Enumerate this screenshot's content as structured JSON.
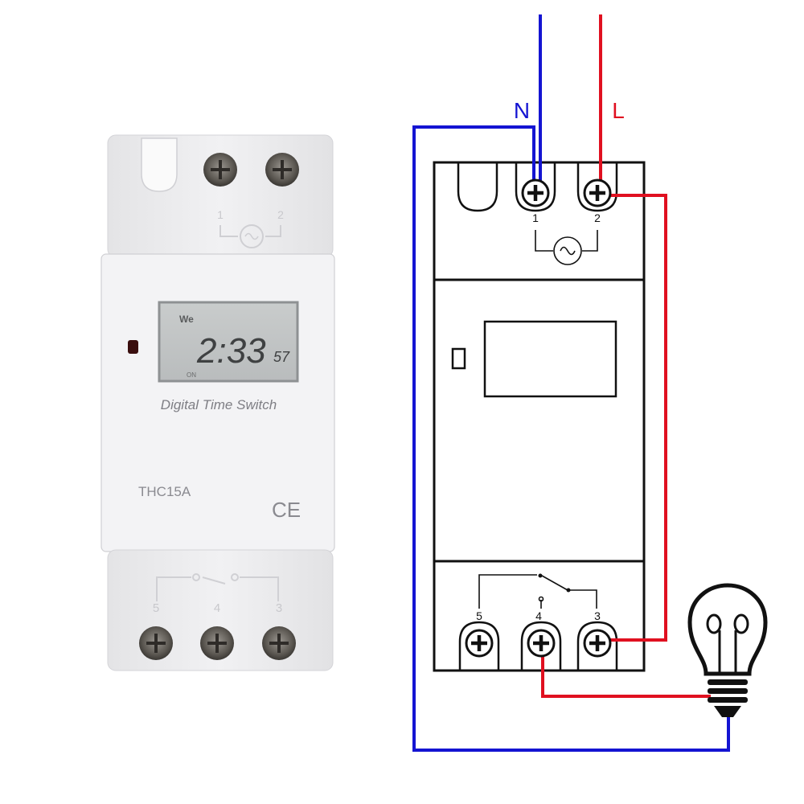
{
  "device": {
    "top_terminal_1": "1",
    "top_terminal_2": "2",
    "lcd_day": "We",
    "lcd_time": "2:33",
    "lcd_seconds": "57",
    "lcd_bottom": "ON",
    "label": "Digital Time Switch",
    "model": "THC15A",
    "mark": "CE",
    "bottom_terminal_5": "5",
    "bottom_terminal_4": "4",
    "bottom_terminal_3": "3"
  },
  "diagram": {
    "neutral_label": "N",
    "live_label": "L",
    "terminal_1": "1",
    "terminal_2": "2",
    "terminal_3": "3",
    "terminal_4": "4",
    "terminal_5": "5",
    "neutral_color": "#1414d2",
    "live_color": "#e01020"
  }
}
